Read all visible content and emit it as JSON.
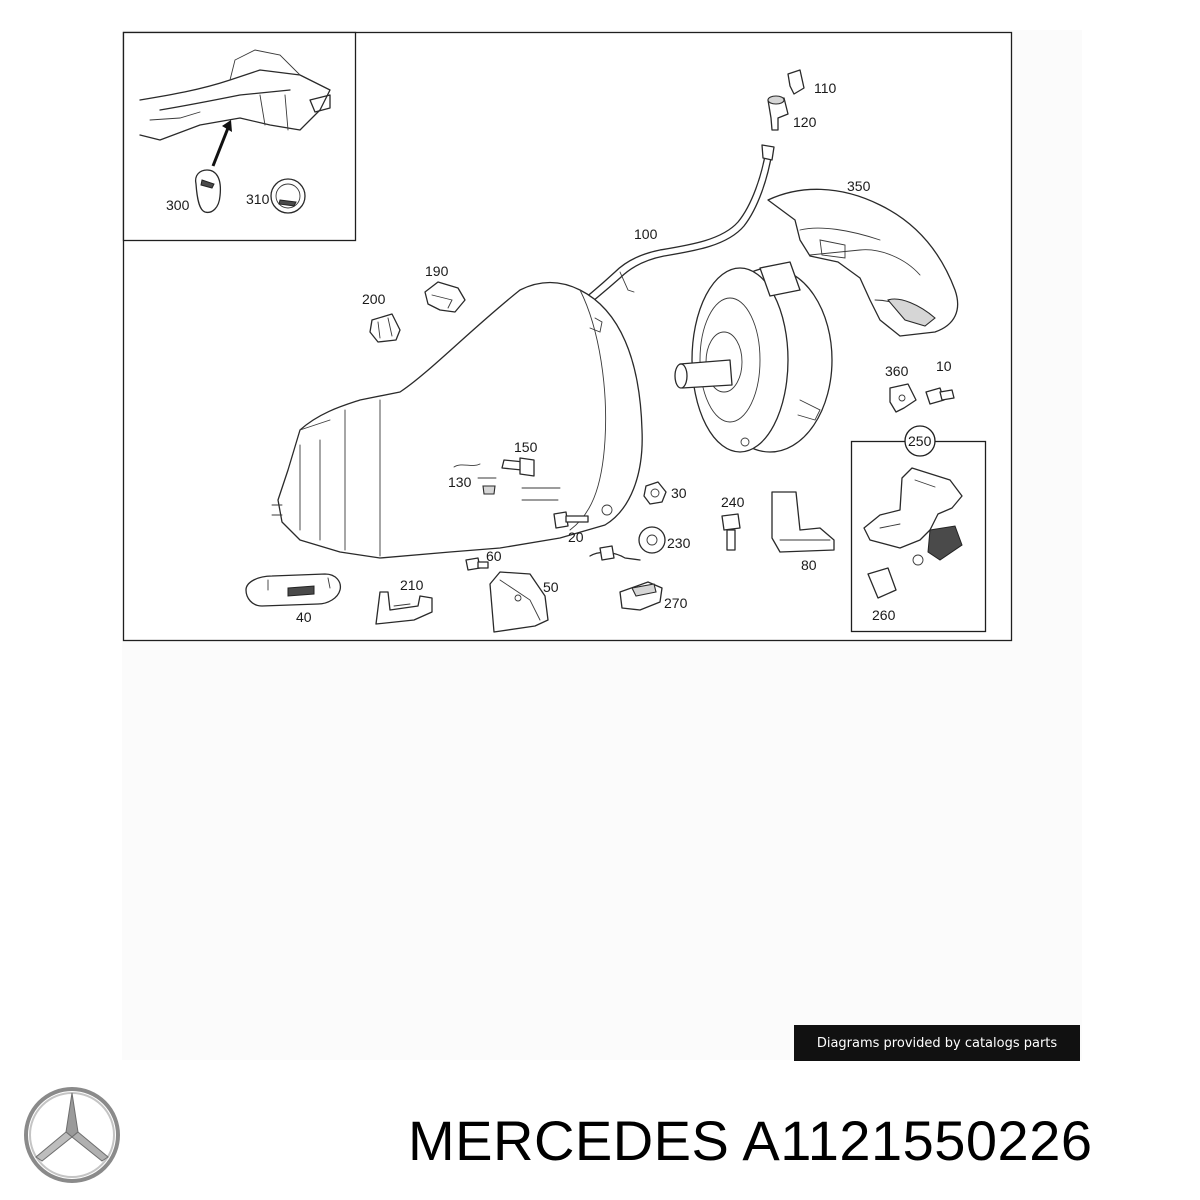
{
  "callouts": {
    "c10": "10",
    "c20": "20",
    "c30": "30",
    "c40": "40",
    "c50": "50",
    "c60": "60",
    "c80": "80",
    "c100": "100",
    "c110": "110",
    "c120": "120",
    "c130": "130",
    "c150": "150",
    "c190": "190",
    "c200": "200",
    "c210": "210",
    "c230": "230",
    "c240": "240",
    "c250": "250",
    "c260": "260",
    "c270": "270",
    "c300": "300",
    "c310": "310",
    "c350": "350",
    "c360": "360"
  },
  "credit": "Diagrams provided by catalogs parts",
  "brand": "MERCEDES A1121550226",
  "logo_icon": "mercedes-star-icon"
}
